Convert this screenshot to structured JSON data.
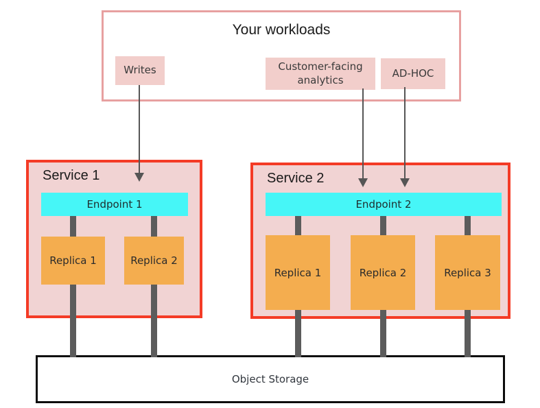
{
  "workloads": {
    "title": "Your workloads",
    "items": [
      {
        "label": "Writes"
      },
      {
        "label": "Customer-facing analytics"
      },
      {
        "label": "AD-HOC"
      }
    ]
  },
  "services": [
    {
      "title": "Service 1",
      "endpoint": "Endpoint 1",
      "replicas": [
        "Replica 1",
        "Replica 2"
      ]
    },
    {
      "title": "Service 2",
      "endpoint": "Endpoint 2",
      "replicas": [
        "Replica 1",
        "Replica 2",
        "Replica 3"
      ]
    }
  ],
  "storage": {
    "label": "Object Storage"
  },
  "colors": {
    "workloads_border": "#e7a0a0",
    "workload_item_bg": "#f2cecb",
    "service_border": "#f43b26",
    "service_bg": "#f1d3d3",
    "endpoint_bg": "#46f6f7",
    "replica_bg": "#f4ad4f",
    "connector_gray": "#5c5c5c",
    "arrow_gray": "#555555",
    "storage_border": "#0c0c0c"
  }
}
